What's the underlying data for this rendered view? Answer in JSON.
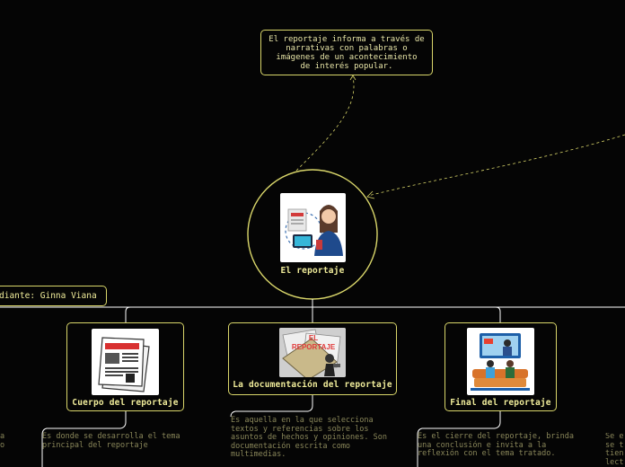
{
  "central": {
    "label": "El reportaje",
    "definition": "El reportaje informa a través de\nnarrativas con palabras o\nimágenes  de un acontecimiento\nde interés popular."
  },
  "student": {
    "label": "diante: Ginna Viana"
  },
  "branches": [
    {
      "label": "Cuerpo del reportaje",
      "description": "Es donde se desarrolla el tema\nprincipal del reportaje",
      "icon": "newspaper-icon"
    },
    {
      "label": "La documentación del reportaje",
      "description": "Es aquella en la que selecciona\ntextos y referencias sobre los\nasuntos de hechos y opiniones. Son\ndocumentación escrita como\nmultimedias.",
      "icon": "documents-reporter-icon",
      "image_text": "EL\nREPORTAJE"
    },
    {
      "label": "Final del reportaje",
      "description": "Es el cierre del reportaje, brinda\nuna conclusión e invita a la\nreflexión con el tema tratado.",
      "icon": "tv-news-icon"
    }
  ],
  "edge_fragments": {
    "left": "a\no",
    "right": "Se e\nse t\ntien\nlect"
  },
  "colors": {
    "background": "#050505",
    "accent": "#d9d66a",
    "text": "#f0ec9a",
    "muted_text": "#8a875a",
    "connector": "#ffffff"
  }
}
